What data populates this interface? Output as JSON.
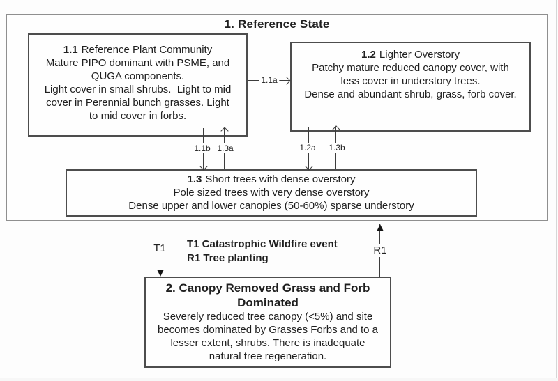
{
  "outer": {
    "title": "1. Reference State"
  },
  "box11": {
    "num": "1.1",
    "heading": "Reference Plant Community",
    "lines": [
      "Mature PIPO dominant with PSME, and",
      "QUGA components.",
      "Light cover in small shrubs.  Light to mid",
      "cover in Perennial bunch grasses. Light",
      "to mid cover in forbs."
    ]
  },
  "box12": {
    "num": "1.2",
    "heading": "Lighter Overstory",
    "lines": [
      "Patchy mature reduced canopy cover, with",
      "less cover in understory trees.",
      "Dense and abundant shrub, grass, forb cover."
    ]
  },
  "box13": {
    "num": "1.3",
    "heading": "Short trees with dense overstory",
    "lines": [
      "Pole sized trees with very dense overstory",
      "Dense upper and lower canopies (50-60%) sparse understory"
    ]
  },
  "box2": {
    "heading_line1": "2. Canopy Removed Grass and Forb",
    "heading_line2": "Dominated",
    "lines": [
      "Severely reduced tree canopy (<5%) and site",
      "becomes dominated by Grasses Forbs and to a",
      "lesser extent, shrubs. There is inadequate",
      "natural tree regeneration."
    ]
  },
  "arrows": {
    "a11a": "1.1a",
    "a11b": "1.1b",
    "a13a": "1.3a",
    "a12a": "1.2a",
    "a13b": "1.3b",
    "t1": "T1",
    "r1": "R1"
  },
  "legend": {
    "line1": "T1 Catastrophic Wildfire event",
    "line2": "R1 Tree planting"
  },
  "colors": {
    "outer_border": "#8f8f8f",
    "box_border": "#4d4d4d",
    "line": "#3c3c3c",
    "text": "#1f1f1f",
    "background": "#fdfdfd"
  }
}
